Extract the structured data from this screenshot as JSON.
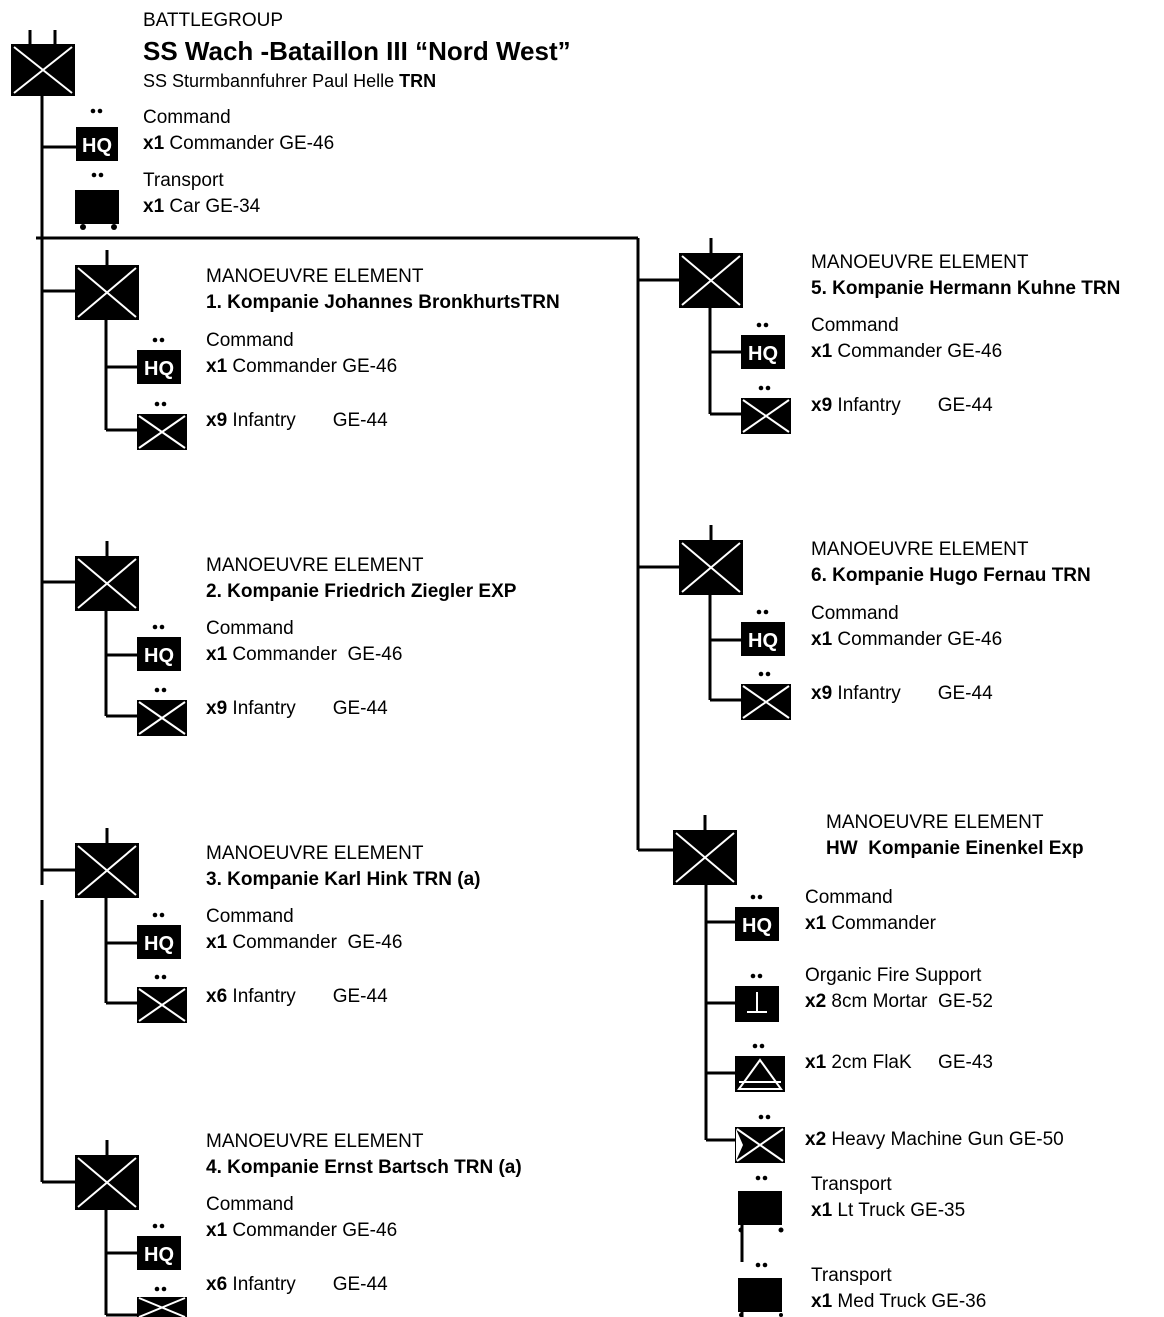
{
  "battlegroup": {
    "label": "BATTLEGROUP",
    "name": "SS Wach -Bataillon III “Nord West”",
    "commander_name": "SS Sturmbannfuhrer Paul Helle ",
    "commander_rating": "TRN",
    "hq": {
      "section": "Command",
      "qty": "x1",
      "item": " Commander GE-46"
    },
    "transport": {
      "section": "Transport",
      "qty": "x1",
      "item": " Car GE-34"
    }
  },
  "elements": [
    {
      "label": "MANOEUVRE ELEMENT",
      "name": "1. Kompanie Johannes BronkhurtsTRN",
      "hq": {
        "section": "Command",
        "qty": "x1",
        "item": " Commander GE-46"
      },
      "inf": {
        "qty": "x9",
        "item": " Infantry       GE-44"
      }
    },
    {
      "label": "MANOEUVRE ELEMENT",
      "name": "2. Kompanie Friedrich Ziegler EXP",
      "hq": {
        "section": "Command",
        "qty": "x1",
        "item": " Commander  GE-46"
      },
      "inf": {
        "qty": "x9",
        "item": " Infantry       GE-44"
      }
    },
    {
      "label": "MANOEUVRE ELEMENT",
      "name": "3. Kompanie Karl Hink TRN (a)",
      "hq": {
        "section": "Command",
        "qty": "x1",
        "item": " Commander  GE-46"
      },
      "inf": {
        "qty": "x6",
        "item": " Infantry       GE-44"
      }
    },
    {
      "label": "MANOEUVRE ELEMENT",
      "name": "4. Kompanie Ernst Bartsch TRN (a)",
      "hq": {
        "section": "Command",
        "qty": "x1",
        "item": " Commander GE-46"
      },
      "inf": {
        "qty": "x6",
        "item": " Infantry       GE-44"
      }
    },
    {
      "label": "MANOEUVRE ELEMENT",
      "name": "5. Kompanie Hermann Kuhne TRN",
      "hq": {
        "section": "Command",
        "qty": "x1",
        "item": " Commander GE-46"
      },
      "inf": {
        "qty": "x9",
        "item": " Infantry       GE-44"
      }
    },
    {
      "label": "MANOEUVRE ELEMENT",
      "name": "6. Kompanie Hugo Fernau TRN",
      "hq": {
        "section": "Command",
        "qty": "x1",
        "item": " Commander GE-46"
      },
      "inf": {
        "qty": "x9",
        "item": " Infantry       GE-44"
      }
    }
  ],
  "hw": {
    "label": "MANOEUVRE ELEMENT",
    "name": "HW  Kompanie Einenkel Exp",
    "hq": {
      "section": "Command",
      "qty": "x1",
      "item": " Commander"
    },
    "mortar": {
      "section": "Organic Fire Support",
      "qty": "x2",
      "item": " 8cm Mortar  GE-52"
    },
    "flak": {
      "qty": "x1",
      "item": " 2cm FlaK     GE-43"
    },
    "hmg": {
      "qty": "x2",
      "item": " Heavy Machine Gun GE-50"
    },
    "lt_truck": {
      "section": "Transport",
      "qty": "x1",
      "item": " Lt Truck GE-35"
    },
    "med_truck": {
      "section": "Transport",
      "qty": "x1",
      "item": " Med Truck GE-36"
    }
  },
  "symbol_labels": {
    "hq": "HQ"
  }
}
